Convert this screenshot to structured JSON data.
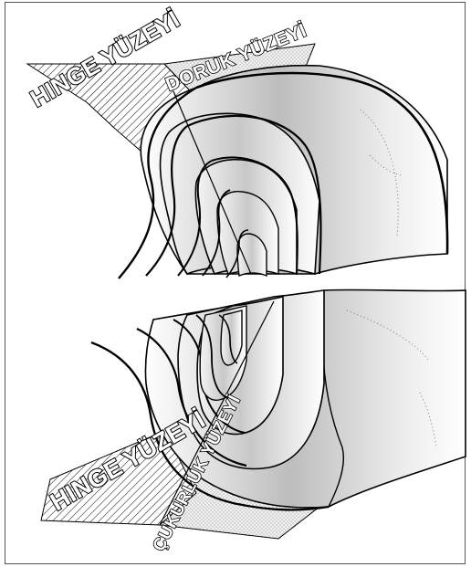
{
  "figure": {
    "upper_fold": {
      "hinge_surface_label": "HINGE YÜZEYİ",
      "crest_surface_label": "DORUK YÜZEYİ"
    },
    "lower_fold": {
      "hinge_surface_label": "HINGE YÜZEYİ",
      "trough_surface_label": "ÇUKURLUK YÜZEYİ"
    }
  }
}
